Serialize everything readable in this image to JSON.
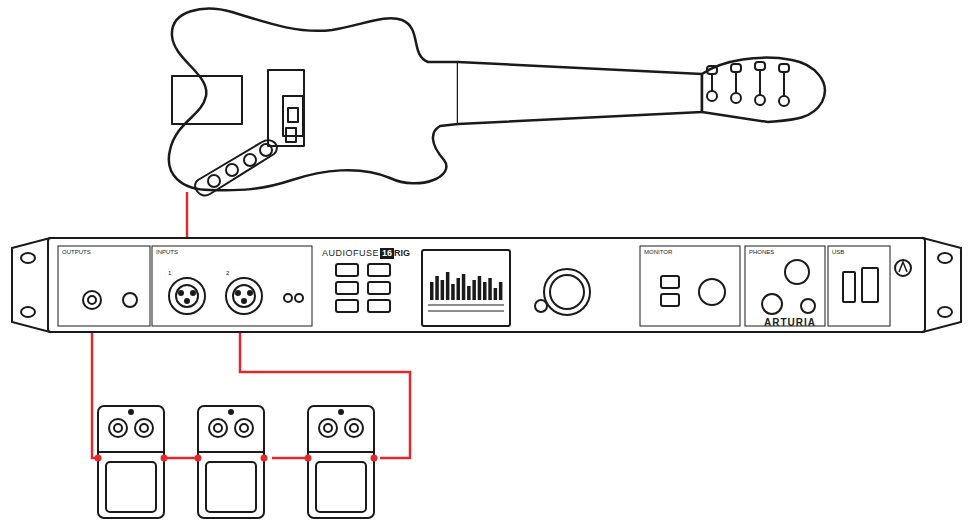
{
  "diagram": {
    "labels": [
      "OUTPUTS",
      "INPUTS",
      "1",
      "2",
      "AUDIOFUSE",
      "16",
      "RIG",
      "MONITOR",
      "PHONES",
      "USB",
      "ARTURIA"
    ]
  }
}
